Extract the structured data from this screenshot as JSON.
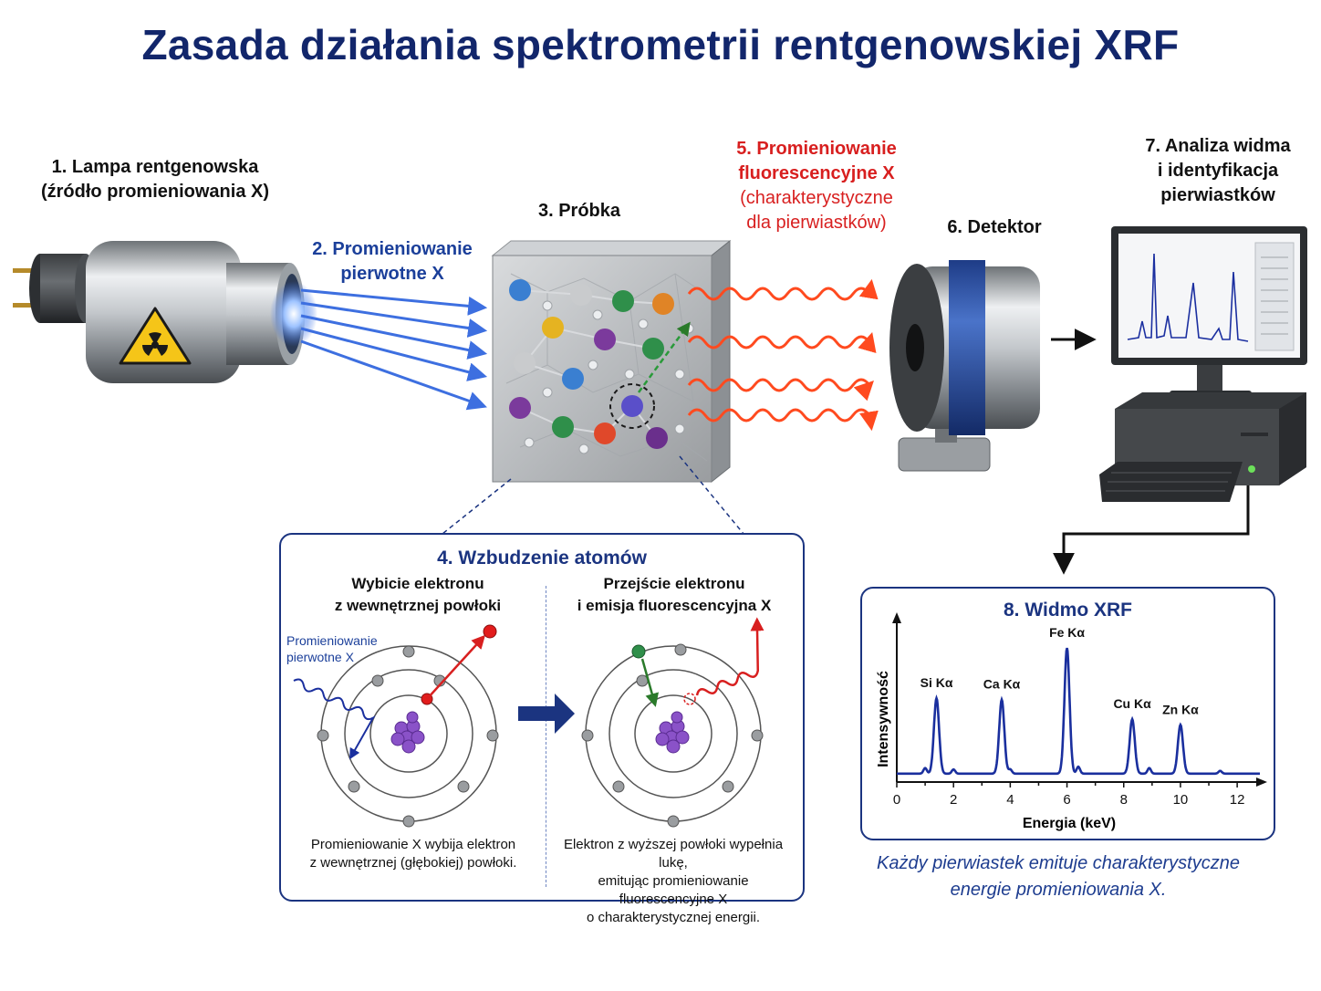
{
  "title": "Zasada działania spektrometrii rentgenowskiej XRF",
  "labels": {
    "tube_line1": "1. Lampa rentgenowska",
    "tube_line2": "(źródło promieniowania X)",
    "primary_line1": "2. Promieniowanie",
    "primary_line2": "pierwotne X",
    "sample": "3. Próbka",
    "fluor_line1": "5. Promieniowanie",
    "fluor_line2": "fluorescencyjne X",
    "fluor_line3": "(charakterystyczne",
    "fluor_line4": "dla pierwiastków)",
    "detector": "6. Detektor",
    "analysis_line1": "7. Analiza widma",
    "analysis_line2": "i identyfikacja",
    "analysis_line3": "pierwiastków"
  },
  "excitation": {
    "title": "4. Wzbudzenie atomów",
    "left_heading_line1": "Wybicie elektronu",
    "left_heading_line2": "z wewnętrznej powłoki",
    "left_incoming_line1": "Promieniowanie",
    "left_incoming_line2": "pierwotne X",
    "left_desc_line1": "Promieniowanie X wybija elektron",
    "left_desc_line2": "z wewnętrznej (głębokiej) powłoki.",
    "right_heading_line1": "Przejście elektronu",
    "right_heading_line2": "i emisja fluorescencyjna X",
    "right_desc_line1": "Elektron z wyższej powłoki wypełnia lukę,",
    "right_desc_line2": "emitując promieniowanie fluorescencyjne X",
    "right_desc_line3": "o charakterystycznej energii."
  },
  "spectrum": {
    "title": "8. Widmo XRF",
    "caption_line1": "Każdy pierwiastek emituje charakterystyczne",
    "caption_line2": "energie promieniowania X."
  },
  "chart_data": {
    "type": "line",
    "title": "8. Widmo XRF",
    "xlabel": "Energia (keV)",
    "ylabel": "Intensywność",
    "xlim": [
      0,
      12.8
    ],
    "ylim": [
      0,
      1.15
    ],
    "x_ticks": [
      0,
      2,
      4,
      6,
      8,
      10,
      12
    ],
    "grid": false,
    "baseline": 0.06,
    "peaks": [
      {
        "label": "Si Kα",
        "x": 1.4,
        "y": 0.6
      },
      {
        "label": "Ca Kα",
        "x": 3.7,
        "y": 0.59
      },
      {
        "label": "Fe Kα",
        "x": 6.0,
        "y": 0.96
      },
      {
        "label": "Cu Kα",
        "x": 8.3,
        "y": 0.45
      },
      {
        "label": "Zn Kα",
        "x": 10.0,
        "y": 0.41
      }
    ],
    "minor_peaks": [
      {
        "x": 1.0,
        "y": 0.1
      },
      {
        "x": 2.0,
        "y": 0.09
      },
      {
        "x": 4.0,
        "y": 0.09
      },
      {
        "x": 6.4,
        "y": 0.11
      },
      {
        "x": 8.9,
        "y": 0.1
      },
      {
        "x": 11.4,
        "y": 0.08
      }
    ],
    "color": "#1a2f9e"
  },
  "colors": {
    "navy": "#12266b",
    "blue": "#1b3f9a",
    "red": "#d81f1f",
    "beam": "#3d6fe0",
    "fluor": "#ff4a1f"
  },
  "icons": {
    "radiation": "radiation-warning-icon",
    "arrow": "arrow-right-icon"
  }
}
